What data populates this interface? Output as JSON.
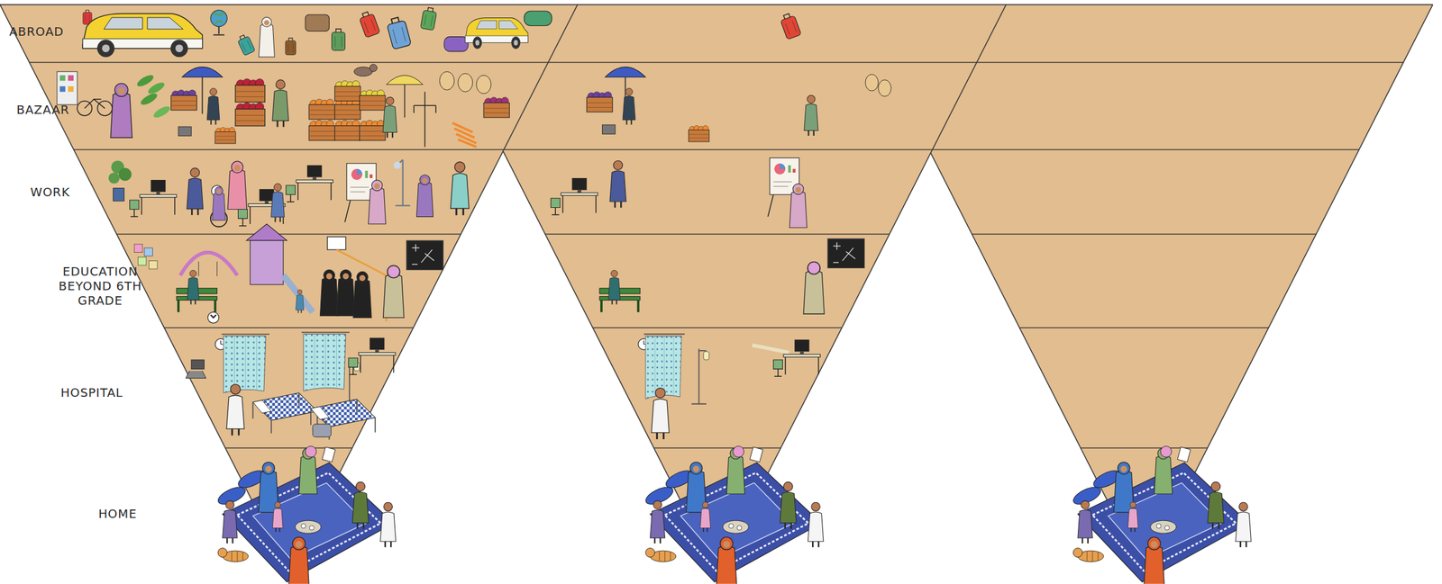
{
  "diagram": {
    "nodes": [
      {
        "text": [
          "ABROAD"
        ]
      },
      {
        "text": [
          "BAZAAR"
        ]
      },
      {
        "text": [
          "WORK"
        ]
      },
      {
        "text": [
          "EDUCATION BEYOND 6TH GRADE"
        ]
      },
      {
        "text": [
          "HOSPITAL"
        ]
      },
      {
        "text": [
          "HOME"
        ]
      }
    ]
  }
}
